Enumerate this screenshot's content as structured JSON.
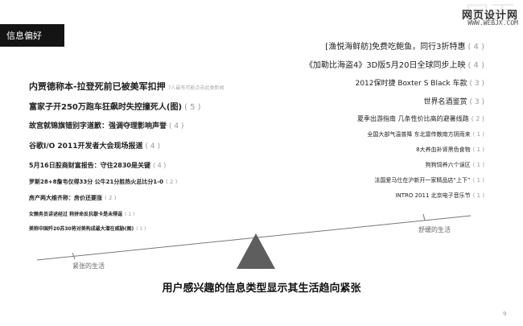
{
  "watermark": {
    "ghost": "网页",
    "title": "网页设计网",
    "url": "WWW.WEBJX.COM"
  },
  "section_tag": "信息偏好",
  "left_items": [
    {
      "text": "内贾德称本-拉登死前已被美军扣押",
      "count": "",
      "note": "7人最有可能点击此类新闻"
    },
    {
      "text": "富家子开250万跑车狂飙时失控撞死人(图)",
      "count": "( 5 )",
      "note": ""
    },
    {
      "text": "故宫就锦旗错别字道歉：强调夺理影响声誉",
      "count": "( 4 )",
      "note": ""
    },
    {
      "text": "谷歌I/O 2011开发者大会现场报道",
      "count": "( 4 )",
      "note": ""
    },
    {
      "text": "5月16日股商财富报告：守住2830是关键",
      "count": "( 4 )",
      "note": ""
    },
    {
      "text": "罗斯28+8詹韦仅得33分 公牛21分胜热火总比分1-0",
      "count": "( 2 )",
      "note": ""
    },
    {
      "text": "房产两大维齐称：房价还要涨",
      "count": "( 2 )",
      "note": ""
    },
    {
      "text": "女赖务员讲述经过 称拼命反抗歇卡是未得逞",
      "count": "( 1 )",
      "note": ""
    },
    {
      "text": "美称中国歼20苏30将对美构成最大潜在威胁(图)",
      "count": "( 1 )",
      "note": ""
    }
  ],
  "right_items": [
    {
      "text": "[渔悦海鲜舫]免费吃鲍鱼，同行3折特惠",
      "count": "( 4 )"
    },
    {
      "text": "《加勒比海盗4》3D版5月20日全球同步上映",
      "count": "( 4 )"
    },
    {
      "text": "2012保时捷 Boxter S Black 车款",
      "count": "( 3 )"
    },
    {
      "text": "世界名酒鉴赏",
      "count": "( 3 )"
    },
    {
      "text": "夏季出游指南 几条性价比高的避暑线路",
      "count": "( 2 )"
    },
    {
      "text": "全国大部气温普降 东北雷传散南方阴雨来",
      "count": "( 1 )"
    },
    {
      "text": "8大养血补肾黑色食物",
      "count": "( 1 )"
    },
    {
      "text": "狗狗饲养六个误区",
      "count": "( 1 )"
    },
    {
      "text": "法国爱马仕在沪新开一家精品店“上下”",
      "count": "( 1 )"
    },
    {
      "text": "INTRO 2011 北京电子音乐节",
      "count": "( 1 )"
    }
  ],
  "labels": {
    "tense": "紧张的生活",
    "relaxed": "舒缓的生活"
  },
  "caption": "用户感兴趣的信息类型显示其生活趋向紧张",
  "page_number": "9",
  "colors": {
    "fulcrum": "#5e5e5e",
    "beam": "#777777",
    "tag_bg": "#141414"
  }
}
